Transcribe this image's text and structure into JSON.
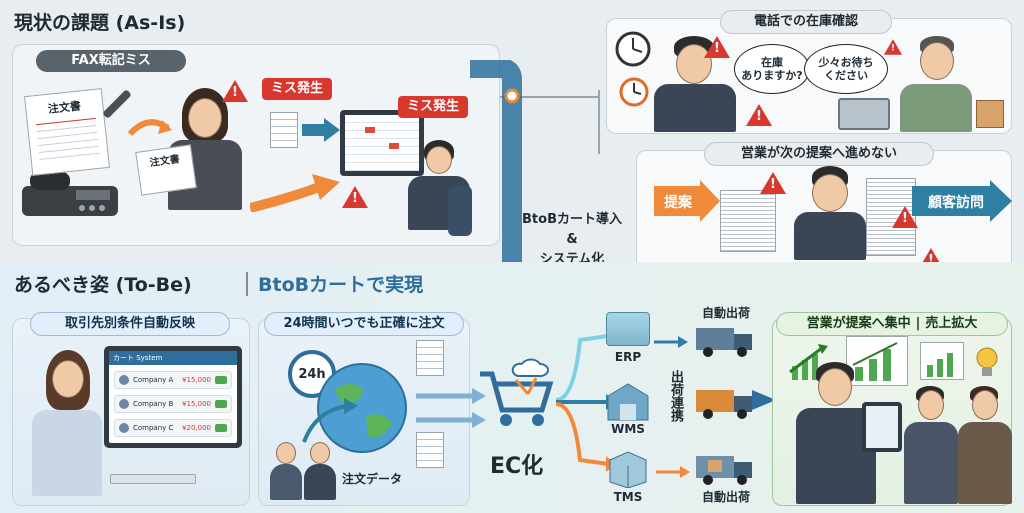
{
  "asis": {
    "title": "現状の課題 (As-Is)",
    "fax": {
      "label": "FAX転記ミス",
      "order_doc": "注文書",
      "order_doc2": "注文書",
      "error1": "ミス発生",
      "error2": "ミス発生"
    },
    "phone": {
      "label": "電話での在庫確認",
      "bubble_left": "在庫\nありますか?",
      "bubble_right": "少々お待ち\nください"
    },
    "sales": {
      "label": "営業が次の提案へ進めない",
      "left_arrow": "提案",
      "right_arrow": "顧客訪問"
    }
  },
  "center": {
    "line1": "BtoBカート導入",
    "line2": "&",
    "line3": "システム化"
  },
  "tobe": {
    "title": "あるべき姿 (To-Be)",
    "subtitle": "BtoBカートで実現",
    "conditions": {
      "label": "取引先別条件自動反映",
      "screen_title": "カート System",
      "rows": [
        {
          "name": "Company A",
          "price": "¥15,000"
        },
        {
          "name": "Company B",
          "price": "¥15,000"
        },
        {
          "name": "Company C",
          "price": "¥20,000"
        }
      ]
    },
    "anytime": {
      "label": "24時間いつでも正確に注文",
      "clock": "24h",
      "data_label": "注文データ"
    },
    "ec": {
      "label": "EC化"
    },
    "systems": {
      "erp": "ERP",
      "wms": "WMS",
      "tms": "TMS",
      "auto_top": "自動出荷",
      "auto_bottom": "自動出荷",
      "link_vertical": "出荷連携"
    },
    "result": {
      "label": "営業が提案へ集中",
      "label2": "売上拡大"
    }
  },
  "colors": {
    "accent_blue": "#2f6e9c",
    "alert_red": "#d8382e",
    "arrow_orange": "#f08a3a",
    "arrow_teal": "#2f7fa3",
    "green_panel": "#e6f3e1"
  }
}
